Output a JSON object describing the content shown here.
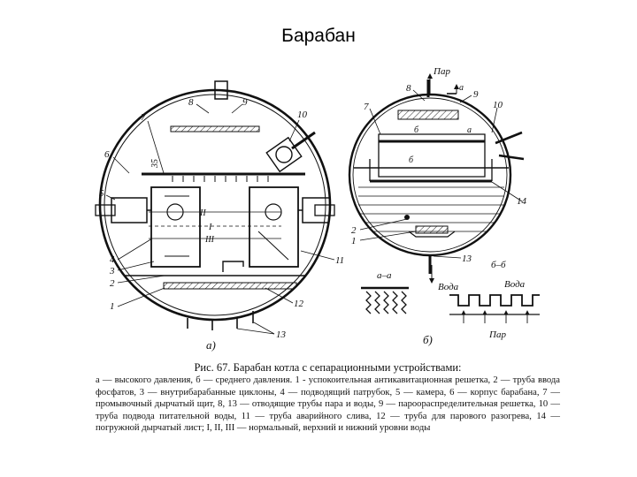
{
  "slide": {
    "title": "Барабан"
  },
  "drum_a": {
    "panel_label": "а)",
    "callouts": [
      "8",
      "9",
      "7",
      "10",
      "6",
      "5",
      "4",
      "3",
      "2",
      "1",
      "11",
      "12",
      "13"
    ],
    "level_marks": [
      "II",
      "I",
      "III"
    ],
    "dimension_label": "35"
  },
  "drum_b": {
    "panel_label": "б)",
    "top_label": "Пар",
    "bottom_label": "Вода",
    "callouts": [
      "8",
      "9",
      "7",
      "10",
      "14",
      "2",
      "1",
      "13"
    ],
    "section_marks": [
      "а",
      "а",
      "б",
      "б"
    ]
  },
  "section_aa": {
    "label": "а–а"
  },
  "section_bb": {
    "label": "б–б",
    "water_label": "Вода",
    "steam_label": "Пар"
  },
  "caption": {
    "heading": "Рис. 67. Барабан котла с сепарационными устройствами:",
    "body": "а — высокого давления, б — среднего давления. 1 - успокоительная антикавитационная решетка, 2 — труба ввода фосфатов, 3 — внутрибарабанные циклоны, 4 — подводящий патрубок, 5 — камера, 6 — корпус барабана, 7 — промывочный дырчатый щит, 8, 13 — отводящие трубы пара и воды, 9 — пароораспределительная решетка, 10 — труба подвода питательной воды, 11 — труба аварийного слива, 12 — труба для парового разогрева, 14 — погружной дырчатый лист; I, II, III — нормальный, верхний и нижний уровни воды"
  }
}
